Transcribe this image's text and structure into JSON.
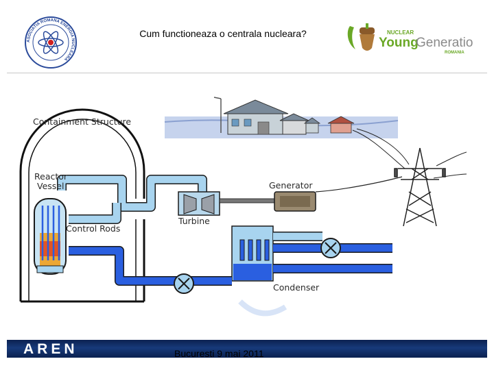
{
  "slide": {
    "title": "Cum functioneaza o centrala nucleara?",
    "footer_brand": "AREN",
    "footer_date": "Bucuresti 9 mai 2011"
  },
  "logos": {
    "left": {
      "ring_text": "ASOCIATIA ROMANA ENERGIA NUCLEARA",
      "icon": "atom-icon"
    },
    "right": {
      "small": "NUCLEAR",
      "main_a": "Young",
      "main_b": "Generation",
      "country": "ROMANIA",
      "icon": "acorn-icon"
    }
  },
  "diagram": {
    "labels": {
      "containment": "Containment Structure",
      "reactor_line1": "Reactor",
      "reactor_line2": "Vessel",
      "control_rods": "Control Rods",
      "generator": "Generator",
      "turbine": "Turbine",
      "condenser": "Condenser"
    }
  },
  "colors": {
    "pipe_light": "#a8d4ef",
    "pipe_dark": "#2a5fe0",
    "footer_blue": "#0b2150",
    "logo_green": "#6aa826",
    "logo_gray": "#8a8a8a",
    "reactor_core": "#f0a020"
  }
}
